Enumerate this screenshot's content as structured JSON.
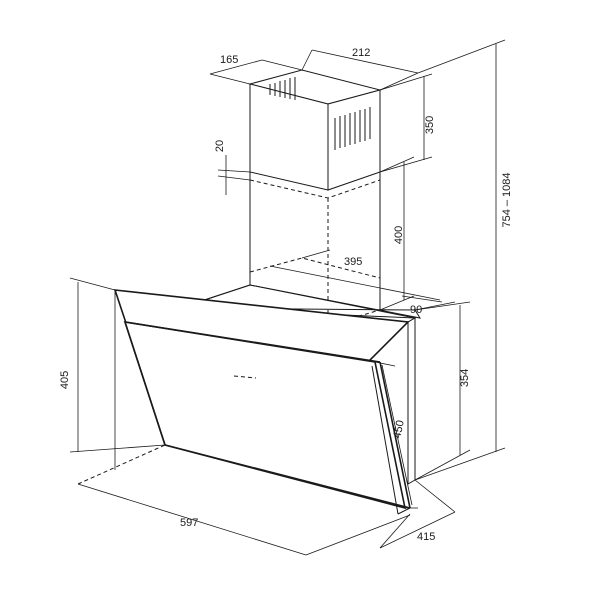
{
  "dimensions": {
    "chimney_depth": "165",
    "chimney_width": "212",
    "chimney_upper_height": "350",
    "overlap": "20",
    "chimney_lower_height": "400",
    "chimney_offset": "395",
    "rear_depth": "90",
    "hood_height_left": "405",
    "hood_body_height": "354",
    "total_height": "754 – 1084",
    "glass_height": "450",
    "width": "597",
    "depth": "415"
  }
}
